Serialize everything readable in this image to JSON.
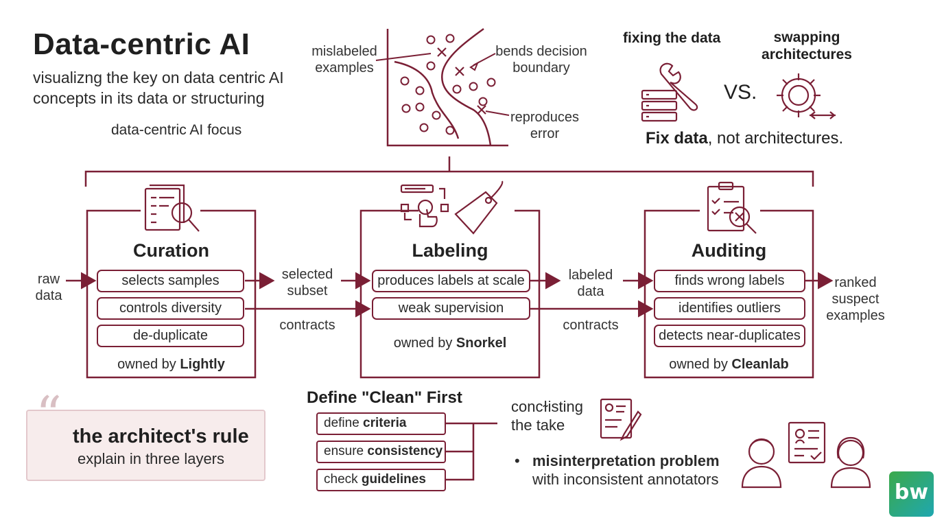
{
  "header": {
    "title": "Data-centric AI",
    "subtitle": "visualizng the key on data centric AI concepts in its data or structuring",
    "focus": "data-centric AI focus"
  },
  "scatter": {
    "label_mislabeled": "mislabeled examples",
    "label_bends": "bends decision boundary",
    "label_reproduces": "reproduces error"
  },
  "compare": {
    "fixing": "fixing the data",
    "swapping": "swapping architectures",
    "vs": "VS.",
    "fix_bold": "Fix data",
    "fix_rest": ", not architectures."
  },
  "flow": {
    "raw": "raw data",
    "selected": "selected subset",
    "contracts1": "contracts",
    "labeled": "labeled data",
    "contracts2": "contracts",
    "ranked": "ranked suspect examples"
  },
  "panels": {
    "curation": {
      "title": "Curation",
      "items": [
        "selects samples",
        "controls diversity",
        "de-duplicate"
      ],
      "owned_prefix": "owned by ",
      "owner": "Lightly"
    },
    "labeling": {
      "title": "Labeling",
      "items": [
        "produces labels at scale",
        "weak supervision"
      ],
      "owned_prefix": "owned by ",
      "owner": "Snorkel"
    },
    "auditing": {
      "title": "Auditing",
      "items": [
        "finds wrong labels",
        "identifies outliers",
        "detects near-duplicates"
      ],
      "owned_prefix": "owned by ",
      "owner": "Cleanlab"
    }
  },
  "rule": {
    "quote": "“",
    "title": "the architect's rule",
    "sub": "explain in three layers"
  },
  "clean": {
    "title": "Define \"Clean\" First",
    "criteria": [
      {
        "prefix": "define ",
        "bold": "criteria"
      },
      {
        "prefix": "ensure ",
        "bold": "consistency"
      },
      {
        "prefix": "check ",
        "bold": "guidelines"
      }
    ],
    "consisting": "concɫisting the take"
  },
  "misinterpretation": {
    "bullet": "•",
    "bold": "misinterpretation problem",
    "rest": " with inconsistent annotators"
  },
  "logo": {
    "text": "bw"
  },
  "colors": {
    "accent": "#7a1f35",
    "rule_bg": "#f7ecec"
  }
}
